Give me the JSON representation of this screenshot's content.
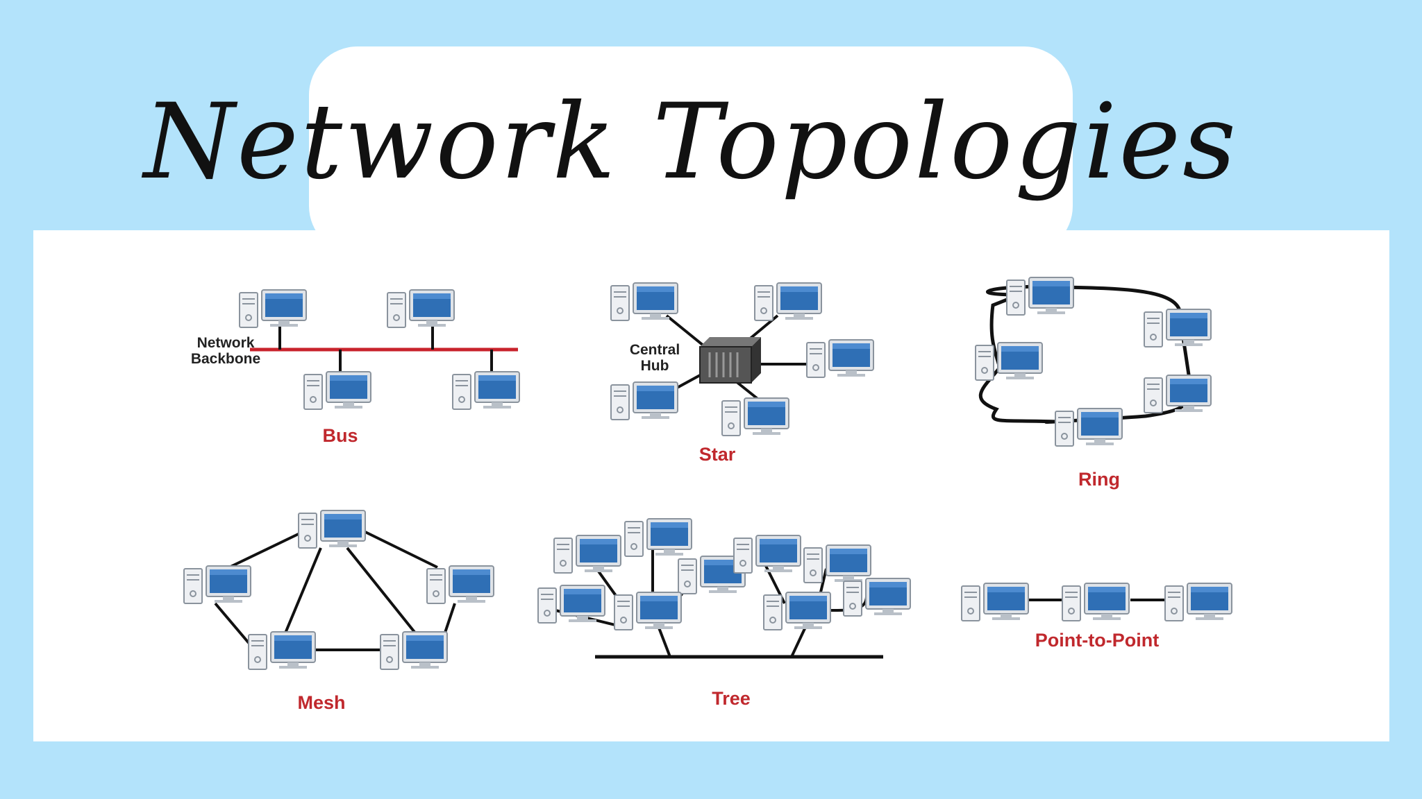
{
  "header": {
    "title": "Network Topologies"
  },
  "colors": {
    "background": "#b3e3fb",
    "panel": "#ffffff",
    "label_red": "#c0282d",
    "bus_line": "#c8232c",
    "cable": "#111111",
    "screen": "#2f6fb5"
  },
  "topologies": {
    "bus": {
      "label": "Bus",
      "backbone_label_line1": "Network",
      "backbone_label_line2": "Backbone"
    },
    "star": {
      "label": "Star",
      "hub_label_line1": "Central",
      "hub_label_line2": "Hub"
    },
    "ring": {
      "label": "Ring"
    },
    "mesh": {
      "label": "Mesh"
    },
    "tree": {
      "label": "Tree"
    },
    "point_to_point": {
      "label": "Point-to-Point"
    }
  }
}
